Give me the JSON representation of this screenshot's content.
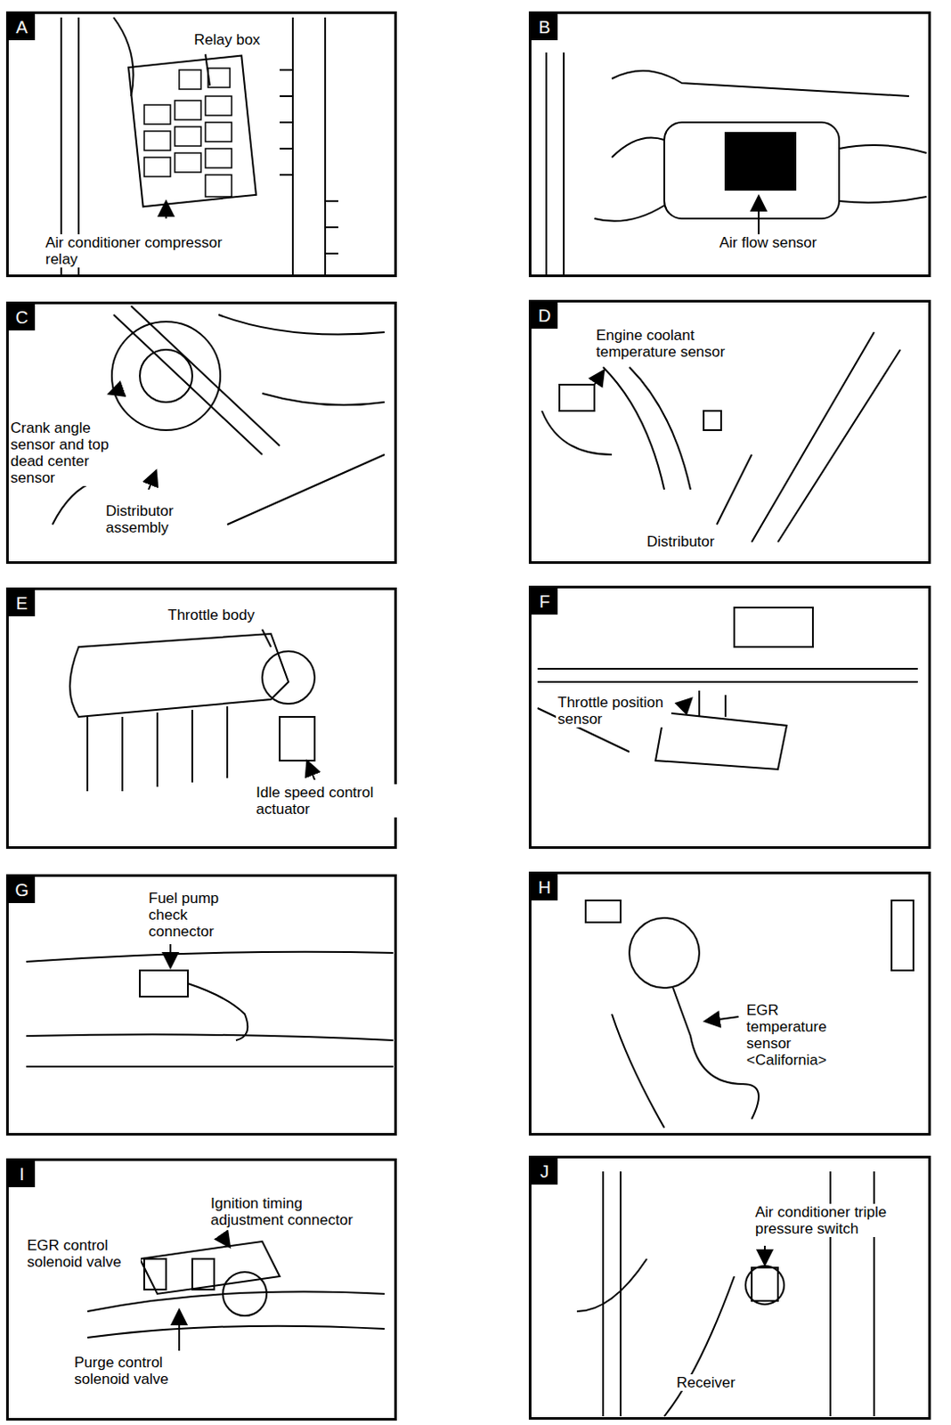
{
  "diagram": {
    "nodes": [
      {
        "text": [
          "A"
        ]
      },
      {
        "text": [
          "B"
        ]
      },
      {
        "text": [
          "C"
        ]
      },
      {
        "text": [
          "D"
        ]
      },
      {
        "text": [
          "E"
        ]
      },
      {
        "text": [
          "F"
        ]
      },
      {
        "text": [
          "G"
        ]
      },
      {
        "text": [
          "H"
        ]
      },
      {
        "text": [
          "I"
        ]
      },
      {
        "text": [
          "J"
        ]
      }
    ],
    "edges": [],
    "labels": [
      "Relay box",
      "Air conditioner compressor relay",
      "Air flow sensor",
      "Crank angle sensor and top dead center sensor",
      "Distributor assembly",
      "Engine coolant temperature sensor",
      "Distributor",
      "Throttle body",
      "Idle speed control actuator",
      "Throttle position sensor",
      "Fuel pump check connector",
      "EGR temperature sensor <California>",
      "Ignition timing adjustment connector",
      "EGR control solenoid valve",
      "Purge control solenoid valve",
      "Air conditioner triple pressure switch",
      "Receiver"
    ]
  }
}
